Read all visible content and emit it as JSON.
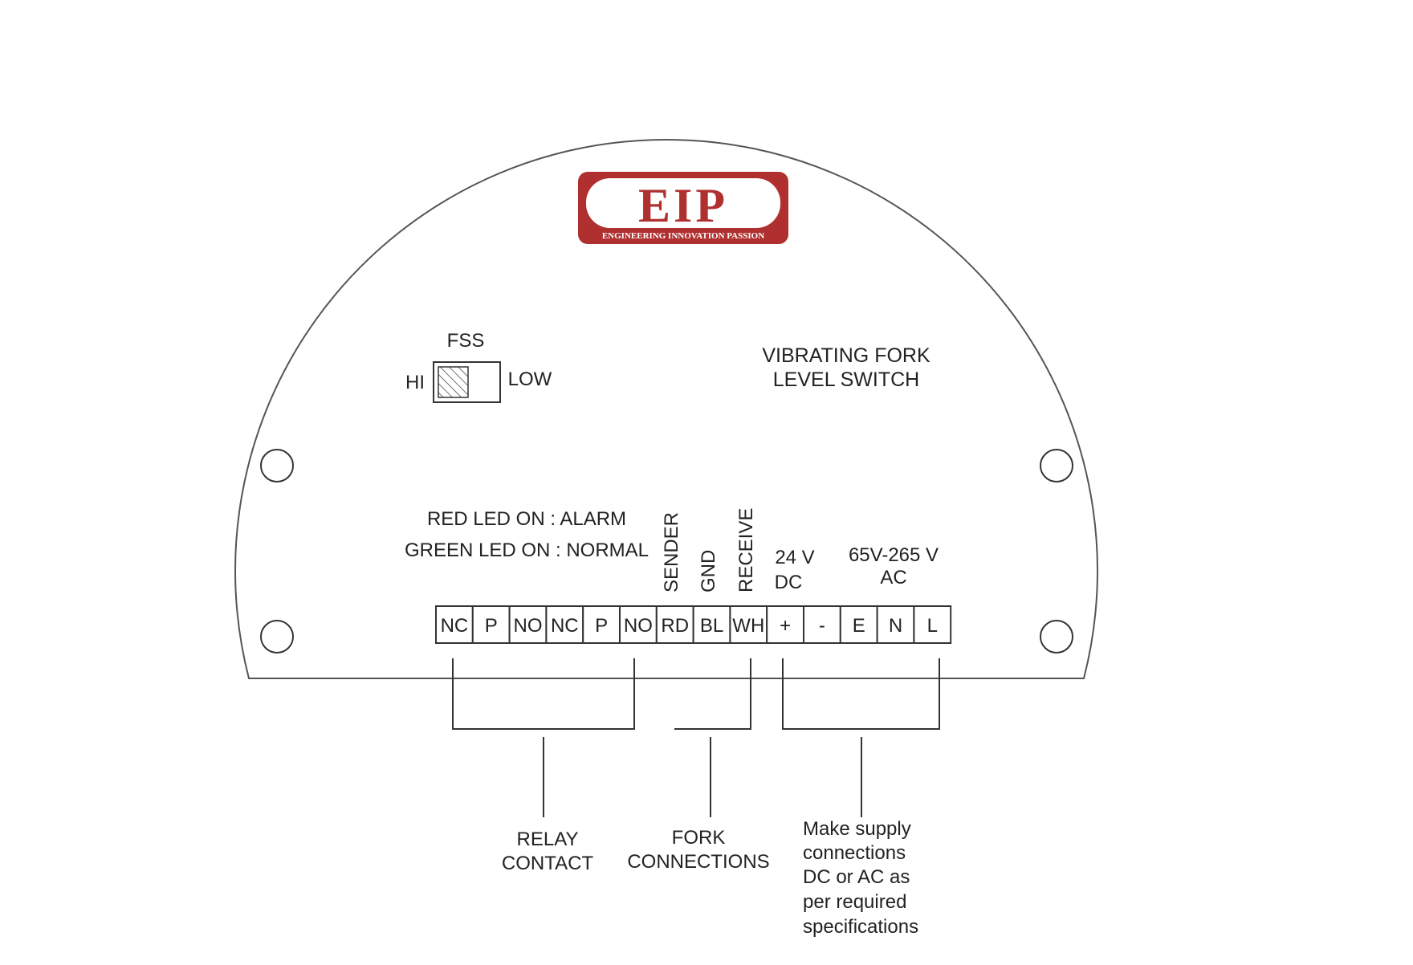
{
  "colors": {
    "line": "#333333",
    "text": "#222222",
    "logo_red": "#b03030",
    "background": "#ffffff"
  },
  "logo": {
    "mark": "EIP",
    "tagline": "ENGINEERING INNOVATION PASSION"
  },
  "title": {
    "line1": "VIBRATING FORK",
    "line2": "LEVEL SWITCH"
  },
  "fss": {
    "label": "FSS",
    "hi": "HI",
    "low": "LOW"
  },
  "led": {
    "red": "RED LED ON : ALARM",
    "green": "GREEN LED ON : NORMAL"
  },
  "vertical_labels": [
    "SENDER",
    "GND",
    "RECEIVE"
  ],
  "supply_labels": {
    "dc_line1": "24 V",
    "dc_line2": "DC",
    "ac_line1": "65V-265 V",
    "ac_line2": "AC"
  },
  "terminals": [
    "NC",
    "P",
    "NO",
    "NC",
    "P",
    "NO",
    "RD",
    "BL",
    "WH",
    "+",
    "-",
    "E",
    "N",
    "L"
  ],
  "groups": {
    "relay": {
      "line1": "RELAY",
      "line2": "CONTACT"
    },
    "fork": {
      "line1": "FORK",
      "line2": "CONNECTIONS"
    },
    "supply": {
      "line1": "Make supply",
      "line2": "connections",
      "line3": "DC or AC as",
      "line4": "per required",
      "line5": "specifications"
    }
  },
  "icons": [
    "mounting-hole-icon",
    "dip-switch-icon"
  ]
}
